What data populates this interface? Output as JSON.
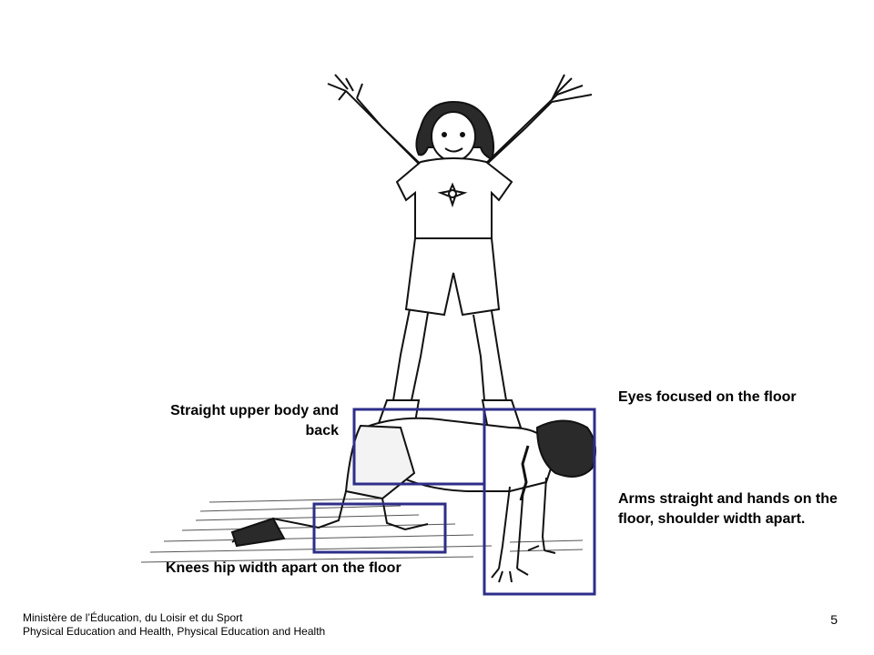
{
  "labels": {
    "upper_body": "Straight upper body and back",
    "eyes": "Eyes focused on the floor",
    "arms": "Arms straight and hands on the floor, shoulder width apart.",
    "knees": "Knees hip width apart on the floor"
  },
  "footer": {
    "line1": "Ministère de l’Éducation, du Loisir et du Sport",
    "line2": "Physical Education and Health, Physical Education and Health"
  },
  "page_number": "5",
  "colors": {
    "highlight_box": "#2e2e8a",
    "ink": "#111111"
  }
}
